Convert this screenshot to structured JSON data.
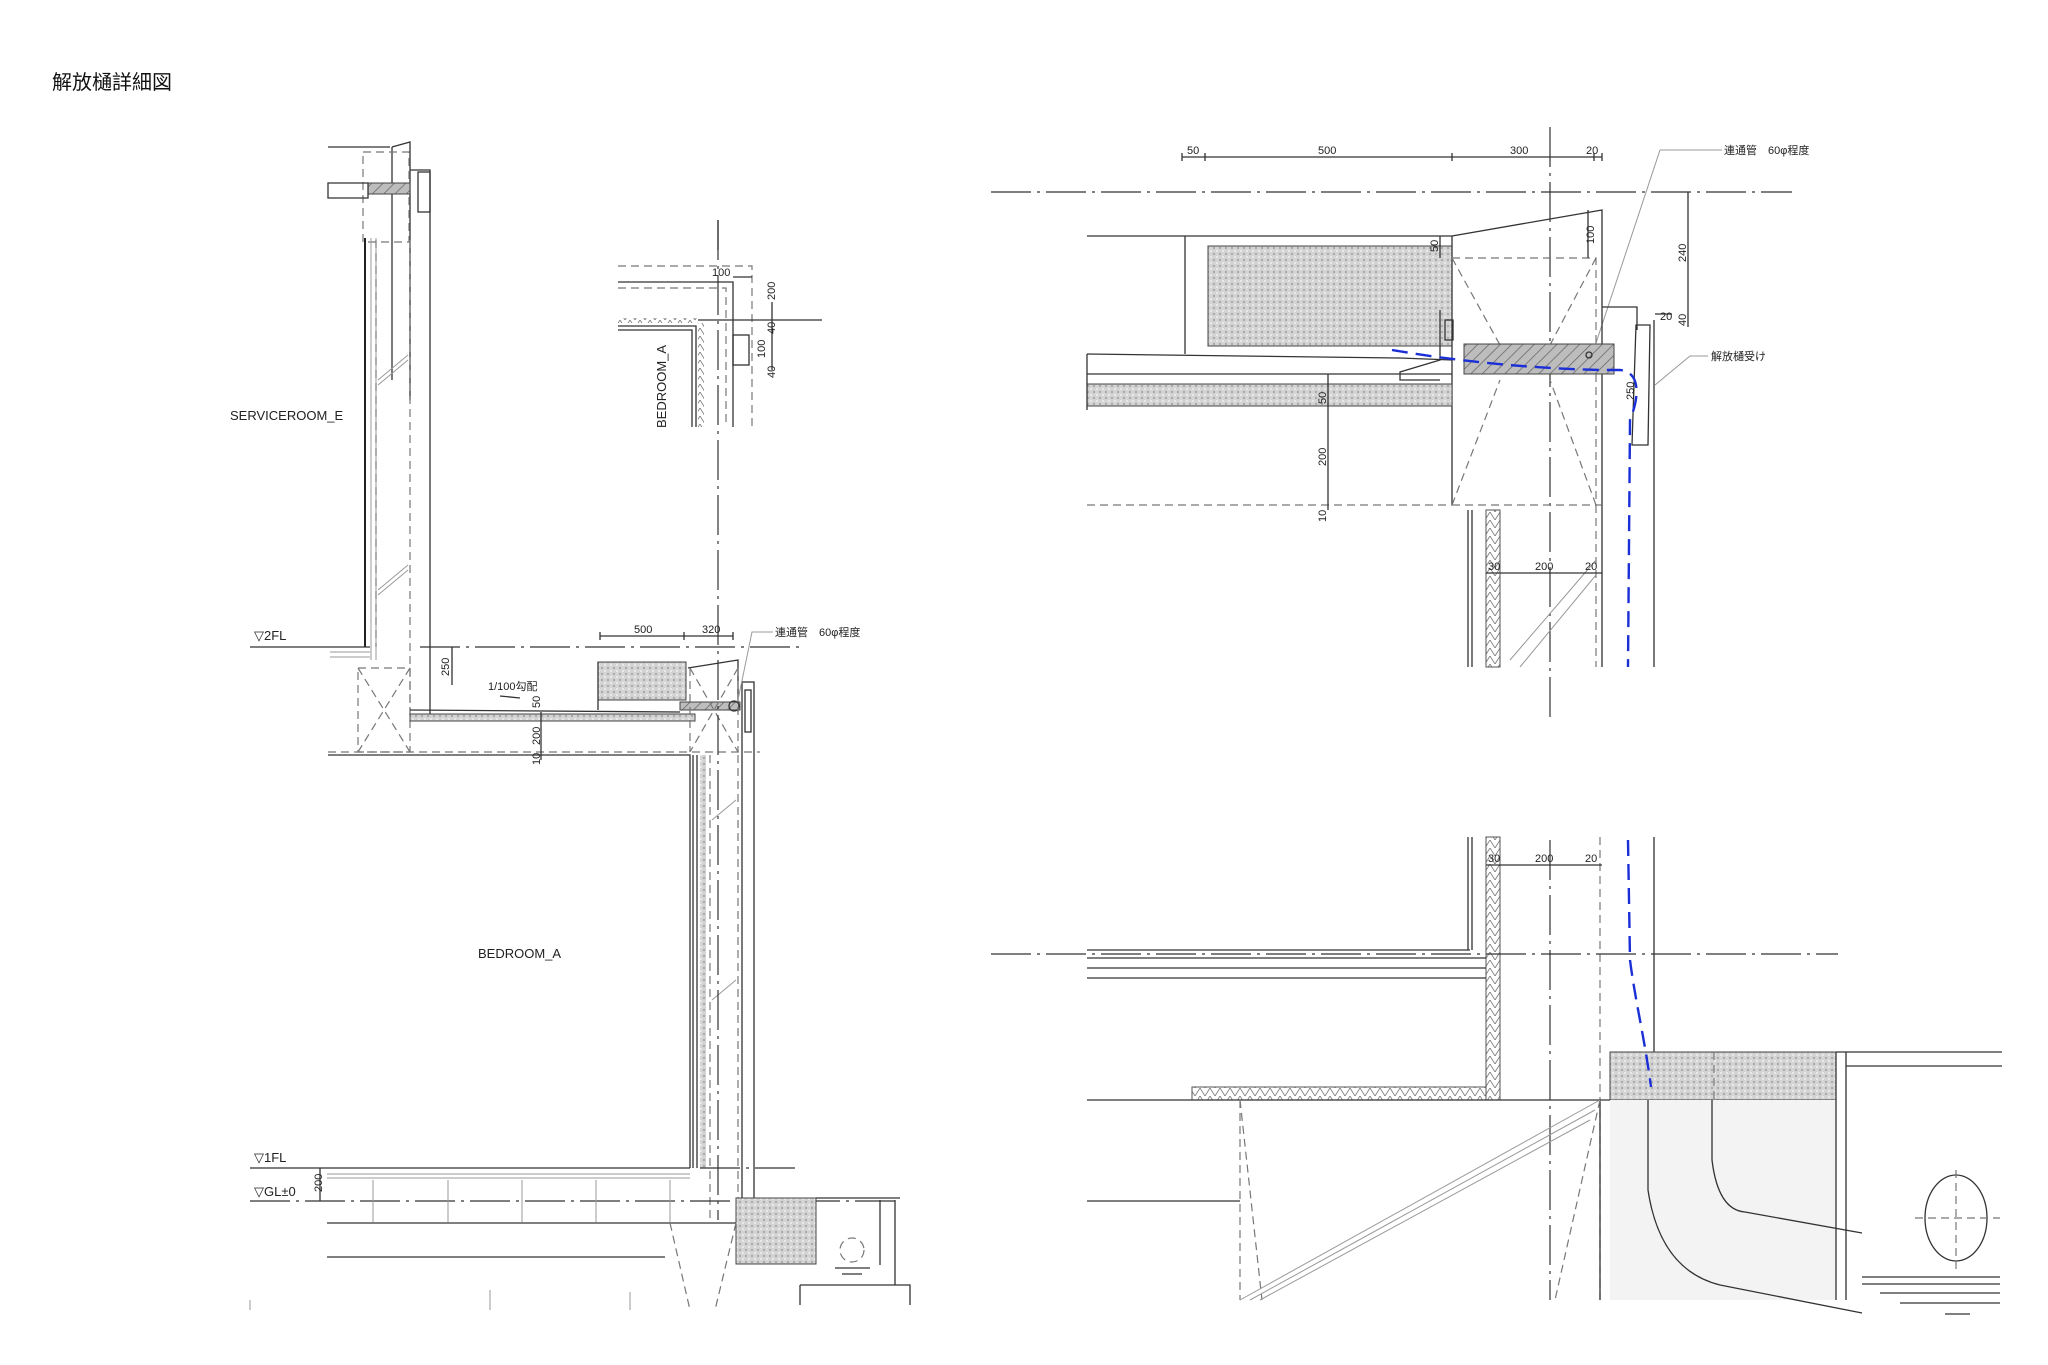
{
  "title": "解放樋詳細図",
  "left_detail": {
    "room_upper": "SERVICEROOM_E",
    "room_lower": "BEDROOM_A",
    "level_2fl": "▽2FL",
    "level_1fl": "▽1FL",
    "level_gl": "▽GL±0",
    "slope_note": "1/100勾配",
    "pipe_note": "連通管　60φ程度",
    "dims": {
      "d500": "500",
      "d320": "320",
      "d250": "250",
      "d50": "50",
      "d200": "200",
      "d10": "10",
      "d_gl200": "200"
    }
  },
  "inset_detail": {
    "room": "BEDROOM_A",
    "dims": {
      "d100a": "100",
      "d200": "200",
      "d40a": "40",
      "d100b": "100",
      "d40b": "40"
    }
  },
  "right_detail": {
    "pipe_note": "連通管　60φ程度",
    "gutter_note": "解放樋受け",
    "top_dims": [
      "50",
      "500",
      "300",
      "20"
    ],
    "dims": {
      "d100": "100",
      "d50": "50",
      "d240": "240",
      "d40": "40",
      "d20": "20",
      "d250": "250",
      "s50": "50",
      "s200": "200",
      "s10": "10"
    },
    "wall_dims_upper": [
      "30",
      "200",
      "20"
    ],
    "wall_dims_lower": [
      "30",
      "200",
      "20"
    ]
  },
  "colors": {
    "drain_line": "#1a2fd6",
    "line": "#333333"
  }
}
